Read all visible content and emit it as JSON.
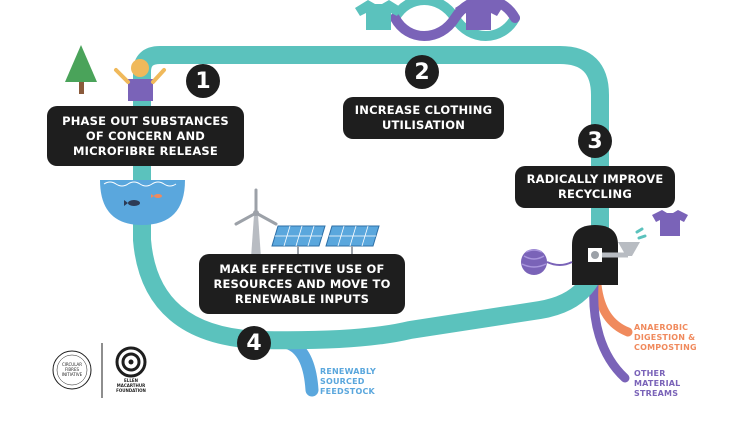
{
  "steps": [
    {
      "number": "1",
      "label": "PHASE OUT SUBSTANCES\nOF CONCERN AND\nMICROFIBRE RELEASE"
    },
    {
      "number": "2",
      "label": "INCREASE CLOTHING\nUTILISATION"
    },
    {
      "number": "3",
      "label": "RADICALLY IMPROVE\nRECYCLING"
    },
    {
      "number": "4",
      "label": "MAKE EFFECTIVE USE OF\nRESOURCES AND MOVE TO\nRENEWABLE INPUTS"
    }
  ],
  "outputs": {
    "anaerobic": "ANAEROBIC\nDIGESTION &\nCOMPOSTING",
    "other": "OTHER\nMATERIAL\nSTREAMS",
    "renewable": "RENEWABLY\nSOURCED\nFEEDSTOCK"
  },
  "logos": {
    "cfi": "CIRCULAR\nFIBRES\nINITIATIVE",
    "emf": "ELLEN\nMACARTHUR\nFOUNDATION"
  },
  "colors": {
    "loop": "#5bc2bd",
    "box": "#1e1e1e",
    "anaerobic": "#f08a5d",
    "other": "#7a63b8",
    "renewable": "#5aa7dd",
    "shirt_teal": "#5bc2bd",
    "shirt_purple": "#7a63b8"
  }
}
